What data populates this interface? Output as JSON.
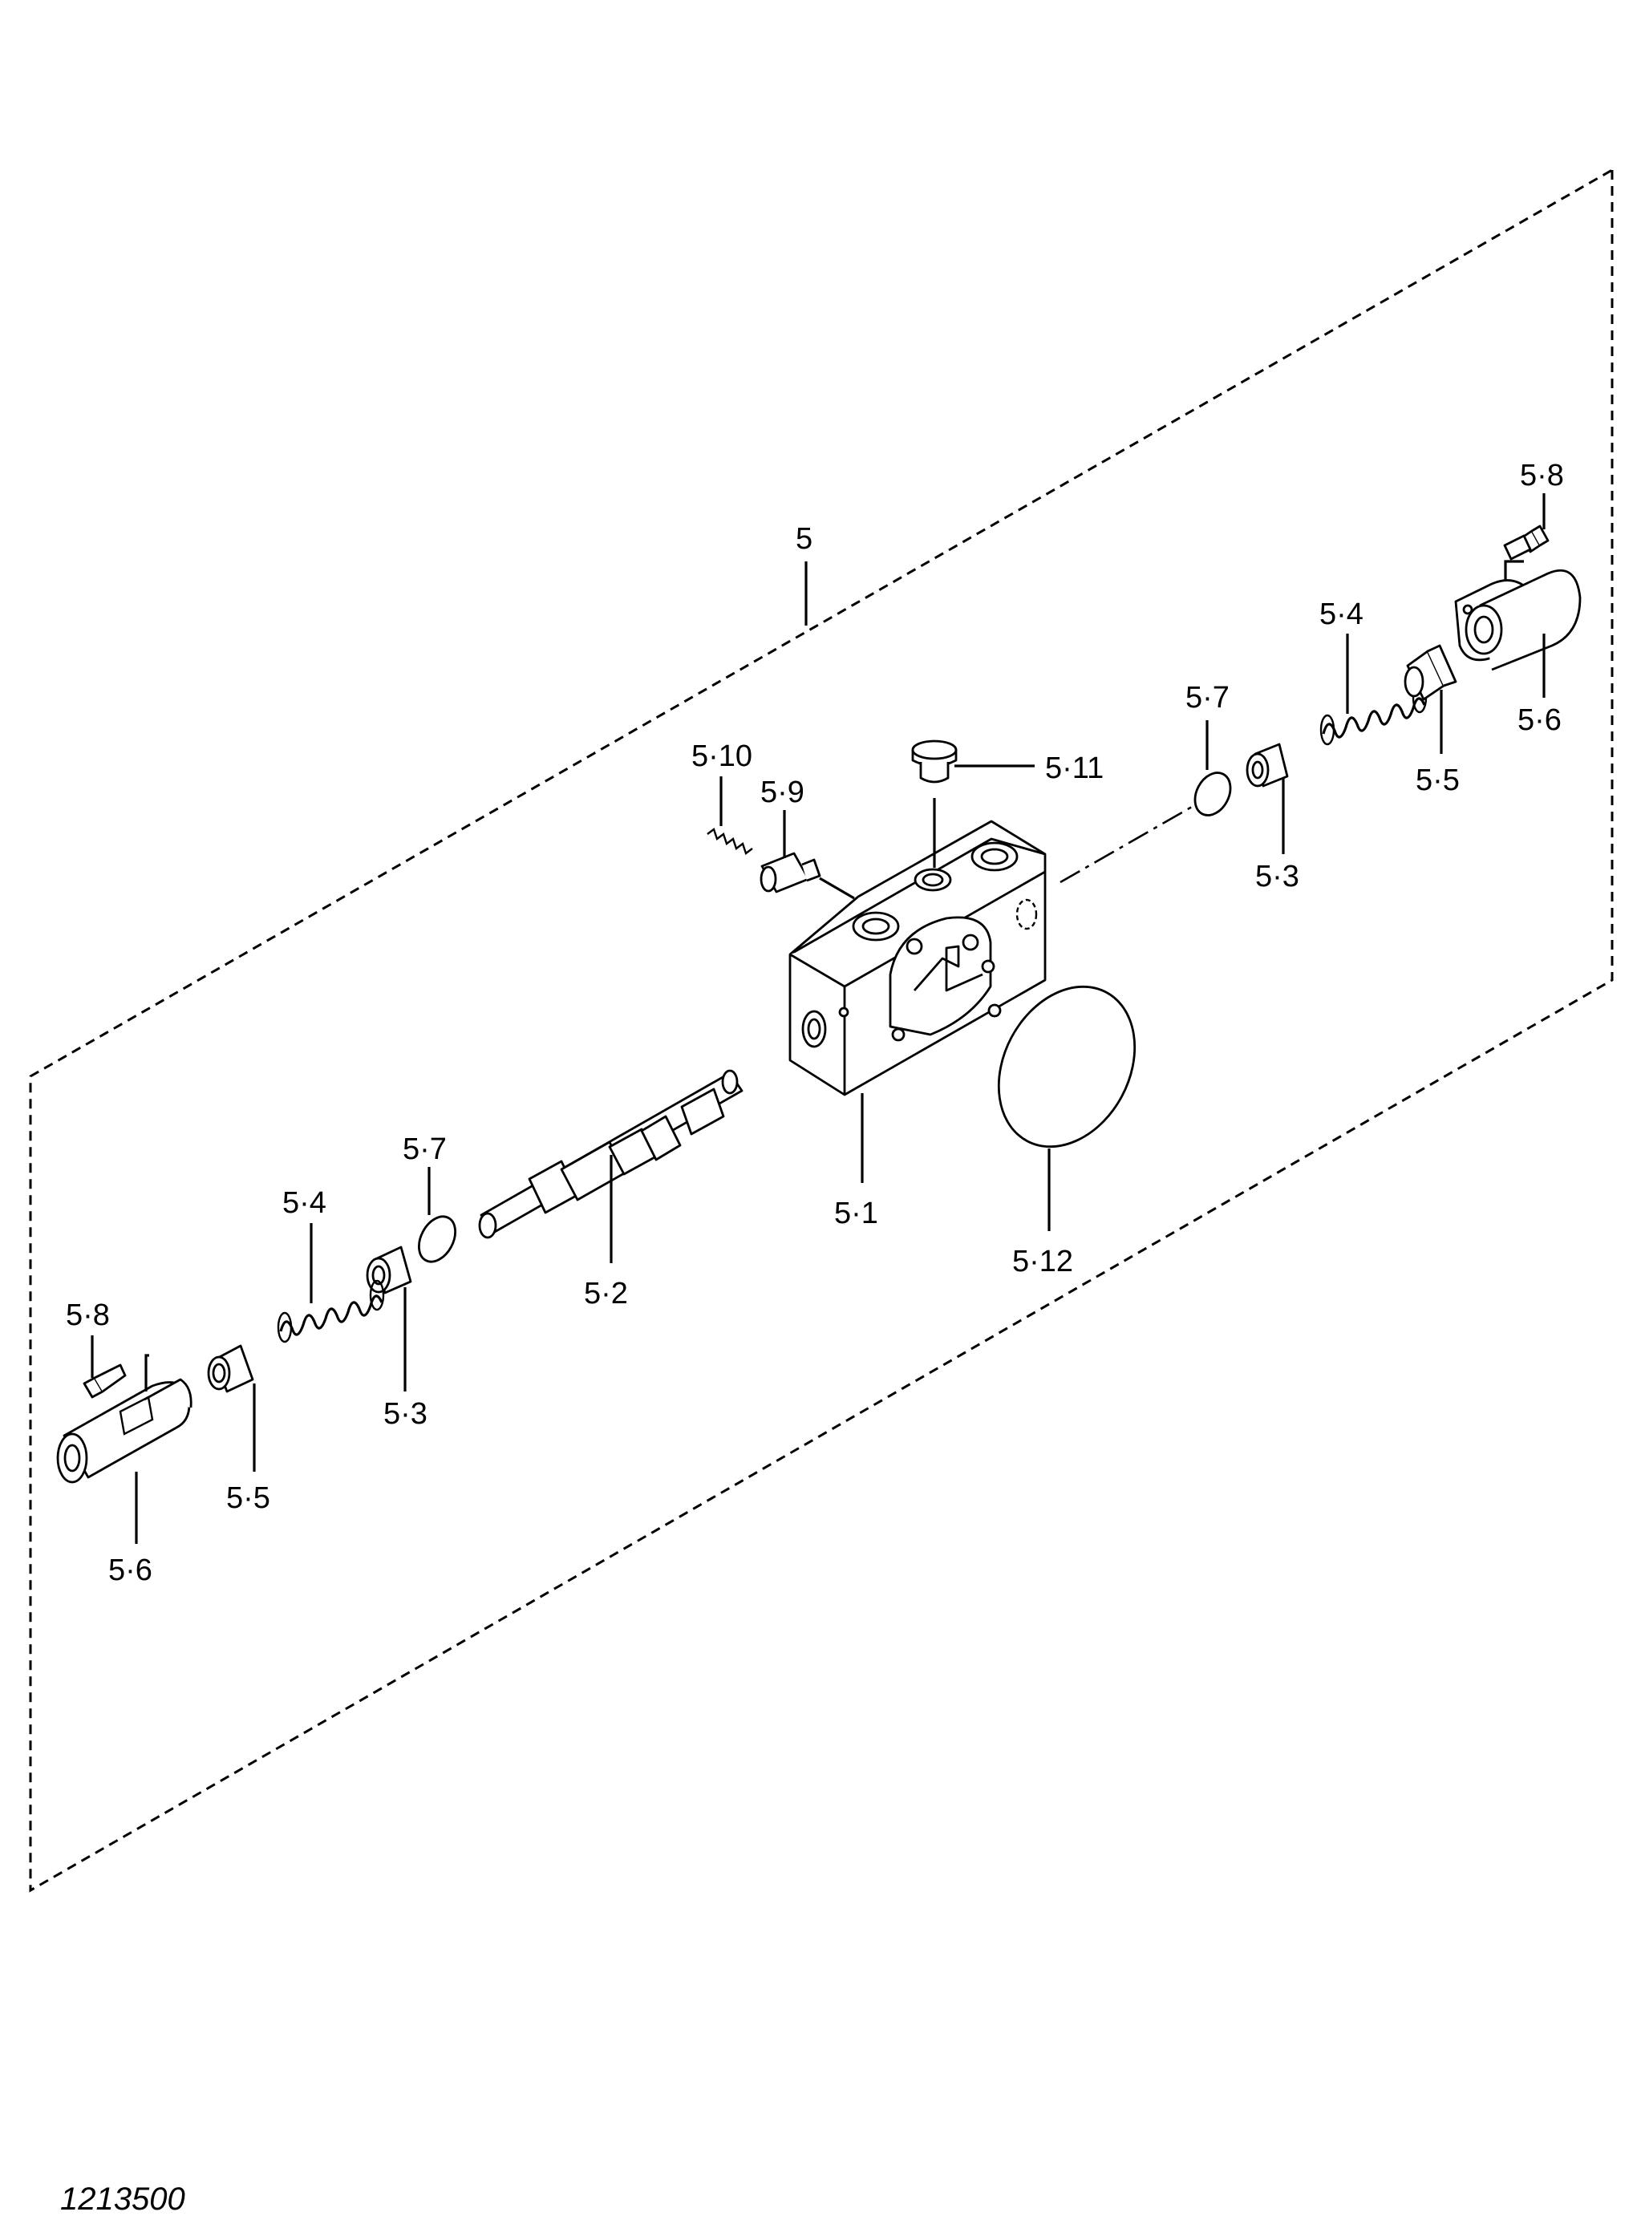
{
  "drawing": {
    "assembly_label": "5",
    "drawing_number": "1213500",
    "labels": {
      "body": "5·1",
      "spool": "5·2",
      "sleeve_right": "5·3",
      "sleeve_left": "5·3",
      "spring_right": "5·4",
      "spring_left": "5·4",
      "stopper_right": "5·5",
      "stopper_left": "5·5",
      "cover_right": "5·6",
      "cover_left": "5·6",
      "oring_right": "5·7",
      "oring_left": "5·7",
      "bolt_right": "5·8",
      "bolt_left": "5·8",
      "pin": "5·9",
      "spring_small": "5·10",
      "plug": "5·11",
      "oring_large": "5·12"
    }
  }
}
